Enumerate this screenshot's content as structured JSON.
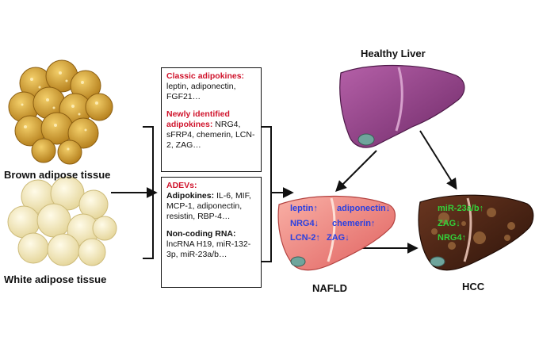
{
  "tissues": {
    "brown": {
      "label": "Brown adipose tissue",
      "color": "#d9a93a"
    },
    "white": {
      "label": "White adipose tissue",
      "color": "#f1e7b6"
    }
  },
  "box_top": {
    "classic_heading": "Classic adipokines:",
    "classic_items": "leptin, adiponectin, FGF21…",
    "new_heading": "Newly identified adipokines:",
    "new_items": " NRG4, sFRP4, chemerin, LCN-2, ZAG…"
  },
  "box_bottom": {
    "adevs_heading": "ADEVs:",
    "adipokines_label": "Adipokines:",
    "adipokines_items": " IL-6, MIF, MCP-1, adiponectin, resistin, RBP-4…",
    "ncrna_label": "Non-coding RNA:",
    "ncrna_items": "lncRNA H19, miR-132-3p, miR-23a/b…"
  },
  "livers": {
    "healthy": {
      "title": "Healthy Liver",
      "color": "#8e3b86"
    },
    "nafld": {
      "title": "NAFLD",
      "color": "#f08a86",
      "markers": [
        "leptin↑",
        "adiponectin↓",
        "NRG4↓",
        "chemerin↑",
        "LCN-2↑",
        "ZAG↓"
      ],
      "marker_color": "#2a40e0"
    },
    "hcc": {
      "title": "HCC",
      "color": "#4a2314",
      "markers": [
        "miR-23a/b↑",
        "ZAG↓",
        "NRG4↑"
      ],
      "marker_color": "#33d13a"
    }
  }
}
